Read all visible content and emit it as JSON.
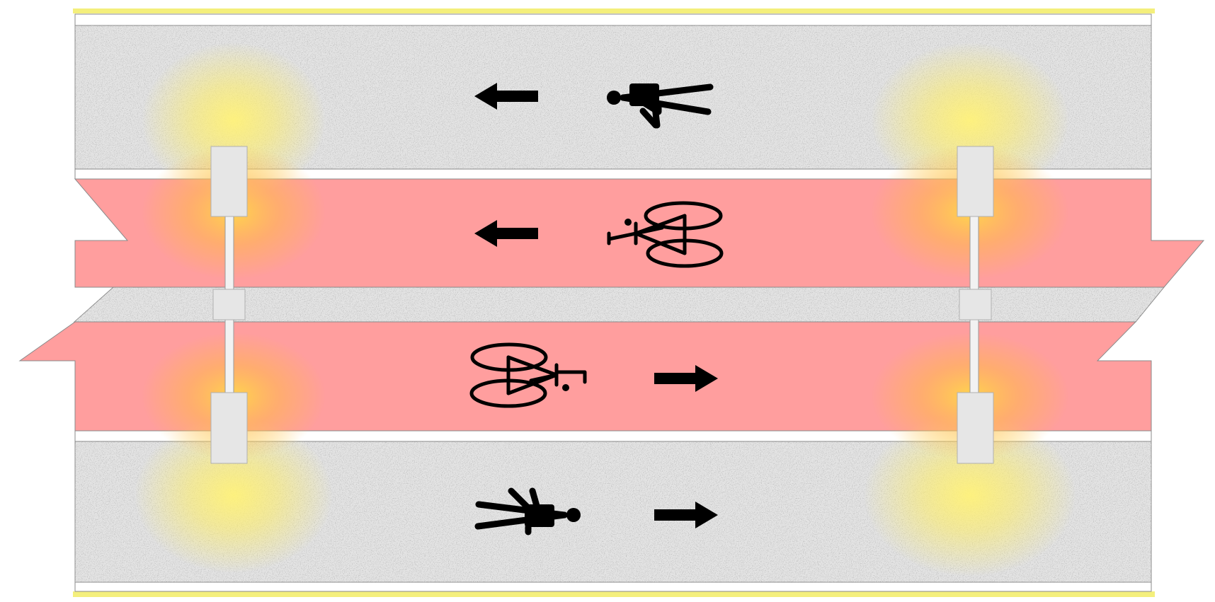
{
  "diagram": {
    "kind": "plan-view street section",
    "lanes": [
      {
        "id": "footpath-top",
        "type": "pedestrian",
        "direction": "left",
        "surface": "concrete"
      },
      {
        "id": "cycle-lane-top",
        "type": "bicycle",
        "direction": "left",
        "surface": "red"
      },
      {
        "id": "median",
        "type": "divider",
        "surface": "concrete"
      },
      {
        "id": "cycle-lane-bottom",
        "type": "bicycle",
        "direction": "right",
        "surface": "red"
      },
      {
        "id": "footpath-bottom",
        "type": "pedestrian",
        "direction": "right",
        "surface": "concrete"
      }
    ],
    "lighting_poles": 2,
    "icons": [
      "pedestrian-icon",
      "bicycle-icon",
      "arrow-left-icon",
      "arrow-right-icon",
      "light-fixture-icon"
    ]
  },
  "colors": {
    "paving": "#e3e3e3",
    "paving_speckle": "#c8c8c8",
    "cycle_lane": "#ff9e9e",
    "light_glow": "#ffea4a",
    "edge_line": "#f5f07a",
    "curb": "#ffffff",
    "outline": "#8a8a8a",
    "symbol": "#000000",
    "fixture": "#e6e6e6"
  }
}
